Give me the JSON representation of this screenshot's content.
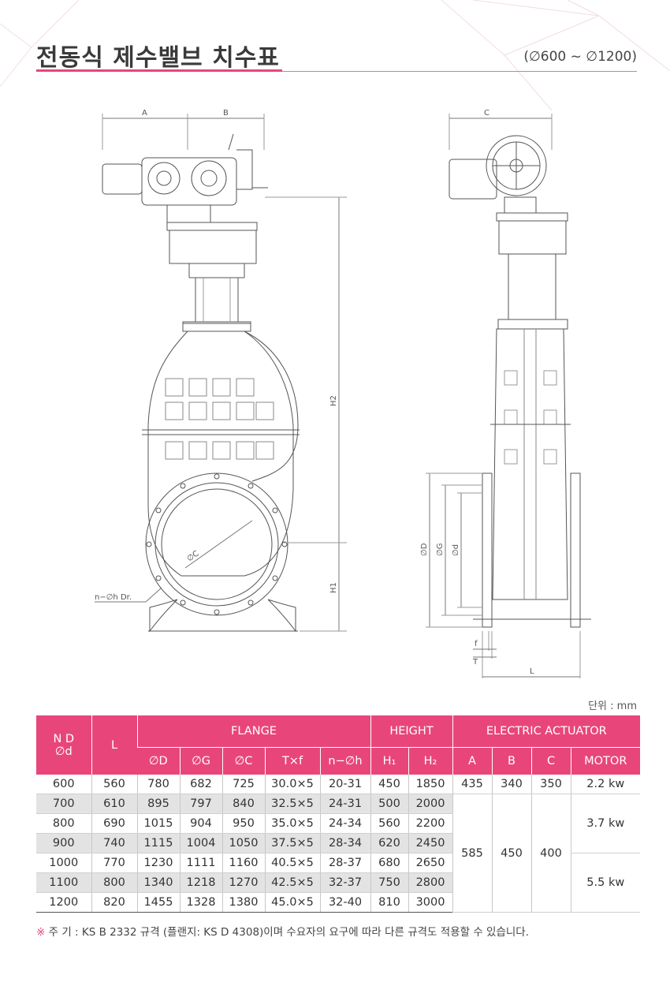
{
  "title": "전동식 제수밸브 치수표",
  "size_range": "(∅600 ~ ∅1200)",
  "drawing_labels": {
    "A": "A",
    "B": "B",
    "C": "C",
    "H1": "H1",
    "H2": "H2",
    "phiC": "∅C",
    "phiD": "∅D",
    "phiG": "∅G",
    "phid": "∅d",
    "f": "f",
    "T": "T",
    "L": "L",
    "bolt": "n−∅h Dr."
  },
  "unit": "단위 : mm",
  "table": {
    "header": {
      "nd": "N D",
      "nd_sub": "∅d",
      "L": "L",
      "flange": "FLANGE",
      "height": "HEIGHT",
      "actuator": "ELECTRIC ACTUATOR",
      "sub": [
        "∅D",
        "∅G",
        "∅C",
        "T×f",
        "n−∅h",
        "H₁",
        "H₂",
        "A",
        "B",
        "C",
        "MOTOR"
      ]
    },
    "rows": [
      [
        "600",
        "560",
        "780",
        "682",
        "725",
        "30.0×5",
        "20-31",
        "450",
        "1850"
      ],
      [
        "700",
        "610",
        "895",
        "797",
        "840",
        "32.5×5",
        "24-31",
        "500",
        "2000"
      ],
      [
        "800",
        "690",
        "1015",
        "904",
        "950",
        "35.0×5",
        "24-34",
        "560",
        "2200"
      ],
      [
        "900",
        "740",
        "1115",
        "1004",
        "1050",
        "37.5×5",
        "28-34",
        "620",
        "2450"
      ],
      [
        "1000",
        "770",
        "1230",
        "1111",
        "1160",
        "40.5×5",
        "28-37",
        "680",
        "2650"
      ],
      [
        "1100",
        "800",
        "1340",
        "1218",
        "1270",
        "42.5×5",
        "32-37",
        "750",
        "2800"
      ],
      [
        "1200",
        "820",
        "1455",
        "1328",
        "1380",
        "45.0×5",
        "32-40",
        "810",
        "3000"
      ]
    ],
    "first_actuator": {
      "A": "435",
      "B": "340",
      "C": "350",
      "motor": "2.2  kw"
    },
    "merged_actuator": {
      "A": "585",
      "B": "450",
      "C": "400"
    },
    "motor_mid": "3.7  kw",
    "motor_low": "5.5  kw"
  },
  "note": {
    "mark": "※",
    "text": " 주 기 : KS B 2332 규격 (플랜지: KS D 4308)이며 수요자의 요구에 따라 다른 규격도 적용할 수 있습니다."
  }
}
